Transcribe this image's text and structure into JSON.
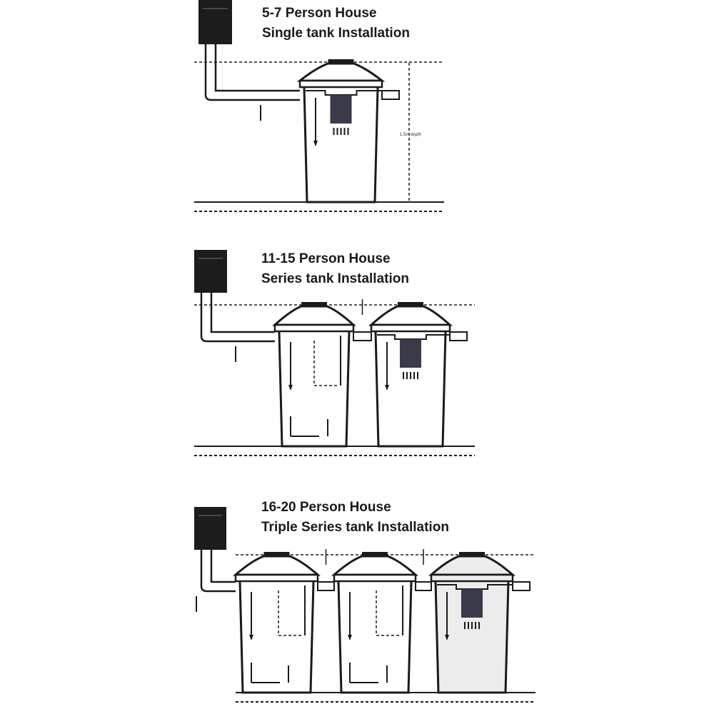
{
  "panels": [
    {
      "title_line1": "5-7 Person House",
      "title_line2": "Single tank Installation",
      "tank_count": 1,
      "depth_label": "1.5m depth"
    },
    {
      "title_line1": "11-15 Person House",
      "title_line2": "Series tank Installation",
      "tank_count": 2
    },
    {
      "title_line1": "16-20 Person House",
      "title_line2": "Triple Series tank Installation",
      "tank_count": 3
    }
  ],
  "colors": {
    "line": "#1a1a1a",
    "control_box": "#1c1c1c",
    "filter": "#3a3a4a",
    "last_tank_fill": "#ececec"
  }
}
